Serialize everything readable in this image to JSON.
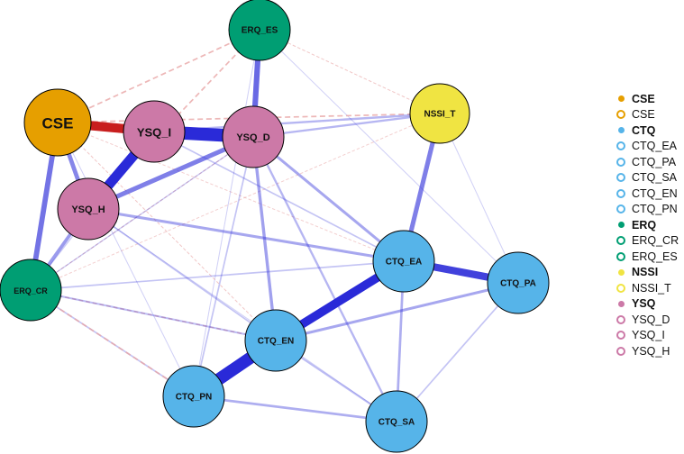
{
  "colors": {
    "CSE": "#E69F00",
    "CTQ": "#56B4E9",
    "ERQ": "#009E73",
    "NSSI": "#F0E442",
    "YSQ": "#CC79A7",
    "positive_edge": "#2A2AD8",
    "negative_edge": "#C81E1E",
    "negative_edge_light": "#E8A5A5"
  },
  "nodes": [
    {
      "id": "CSE",
      "label": "CSE",
      "group": "CSE"
    },
    {
      "id": "YSQ_I",
      "label": "YSQ_I",
      "group": "YSQ"
    },
    {
      "id": "YSQ_D",
      "label": "YSQ_D",
      "group": "YSQ"
    },
    {
      "id": "YSQ_H",
      "label": "YSQ_H",
      "group": "YSQ"
    },
    {
      "id": "ERQ_ES",
      "label": "ERQ_ES",
      "group": "ERQ"
    },
    {
      "id": "ERQ_CR",
      "label": "ERQ_CR",
      "group": "ERQ"
    },
    {
      "id": "NSSI_T",
      "label": "NSSI_T",
      "group": "NSSI"
    },
    {
      "id": "CTQ_EA",
      "label": "CTQ_EA",
      "group": "CTQ"
    },
    {
      "id": "CTQ_PA",
      "label": "CTQ_PA",
      "group": "CTQ"
    },
    {
      "id": "CTQ_EN",
      "label": "CTQ_EN",
      "group": "CTQ"
    },
    {
      "id": "CTQ_PN",
      "label": "CTQ_PN",
      "group": "CTQ"
    },
    {
      "id": "CTQ_SA",
      "label": "CTQ_SA",
      "group": "CTQ"
    }
  ],
  "edges": [
    {
      "from": "YSQ_I",
      "to": "YSQ_D",
      "weight": 0.42
    },
    {
      "from": "CTQ_EN",
      "to": "CTQ_PN",
      "weight": 0.4
    },
    {
      "from": "YSQ_I",
      "to": "YSQ_H",
      "weight": 0.32
    },
    {
      "from": "CTQ_EA",
      "to": "CTQ_EN",
      "weight": 0.28
    },
    {
      "from": "CSE",
      "to": "YSQ_I",
      "weight": -0.3
    },
    {
      "from": "CTQ_EA",
      "to": "CTQ_PA",
      "weight": 0.24
    },
    {
      "from": "YSQ_D",
      "to": "ERQ_ES",
      "weight": 0.18
    },
    {
      "from": "CSE",
      "to": "ERQ_CR",
      "weight": 0.17
    },
    {
      "from": "NSSI_T",
      "to": "CTQ_EA",
      "weight": 0.15
    },
    {
      "from": "YSQ_D",
      "to": "YSQ_H",
      "weight": 0.15
    },
    {
      "from": "CSE",
      "to": "YSQ_H",
      "weight": 0.14
    },
    {
      "from": "YSQ_H",
      "to": "ERQ_CR",
      "weight": 0.11
    },
    {
      "from": "YSQ_D",
      "to": "CTQ_EN",
      "weight": 0.1
    },
    {
      "from": "YSQ_H",
      "to": "CTQ_EA",
      "weight": 0.09
    },
    {
      "from": "YSQ_D",
      "to": "CTQ_EA",
      "weight": 0.09
    },
    {
      "from": "CTQ_EN",
      "to": "CTQ_PA",
      "weight": 0.09
    },
    {
      "from": "CTQ_PN",
      "to": "CTQ_SA",
      "weight": 0.08
    },
    {
      "from": "CTQ_EA",
      "to": "CTQ_SA",
      "weight": 0.08
    },
    {
      "from": "YSQ_I",
      "to": "NSSI_T",
      "weight": 0.07
    },
    {
      "from": "YSQ_D",
      "to": "NSSI_T",
      "weight": 0.07
    },
    {
      "from": "YSQ_D",
      "to": "CTQ_SA",
      "weight": 0.07
    },
    {
      "from": "CTQ_EN",
      "to": "CTQ_SA",
      "weight": 0.06
    },
    {
      "from": "ERQ_CR",
      "to": "CTQ_EN",
      "weight": 0.06
    },
    {
      "from": "ERQ_CR",
      "to": "CTQ_EA",
      "weight": 0.05
    },
    {
      "from": "CTQ_PA",
      "to": "CTQ_SA",
      "weight": 0.05
    },
    {
      "from": "YSQ_I",
      "to": "CTQ_EA",
      "weight": 0.05
    },
    {
      "from": "YSQ_D",
      "to": "CTQ_PN",
      "weight": 0.05
    },
    {
      "from": "ERQ_CR",
      "to": "CTQ_PN",
      "weight": 0.05
    },
    {
      "from": "YSQ_H",
      "to": "CTQ_EN",
      "weight": 0.05
    },
    {
      "from": "YSQ_I",
      "to": "ERQ_CR",
      "weight": 0.04
    },
    {
      "from": "ERQ_CR",
      "to": "YSQ_D",
      "weight": 0.04
    },
    {
      "from": "YSQ_H",
      "to": "CTQ_SA",
      "weight": 0.03
    },
    {
      "from": "ERQ_ES",
      "to": "CTQ_PA",
      "weight": 0.03
    },
    {
      "from": "NSSI_T",
      "to": "CTQ_PA",
      "weight": 0.03
    },
    {
      "from": "ERQ_ES",
      "to": "CTQ_PN",
      "weight": 0.03
    },
    {
      "from": "CSE",
      "to": "CTQ_PN",
      "weight": 0.03
    },
    {
      "from": "CSE",
      "to": "ERQ_ES",
      "weight": -0.05
    },
    {
      "from": "CSE",
      "to": "NSSI_T",
      "weight": -0.05
    },
    {
      "from": "ERQ_ES",
      "to": "YSQ_H",
      "weight": -0.05
    },
    {
      "from": "ERQ_CR",
      "to": "CTQ_PN",
      "weight": -0.05
    },
    {
      "from": "ERQ_CR",
      "to": "CTQ_EN",
      "weight": -0.04
    },
    {
      "from": "ERQ_ES",
      "to": "NSSI_T",
      "weight": -0.03
    },
    {
      "from": "YSQ_D",
      "to": "ERQ_CR",
      "weight": -0.03
    },
    {
      "from": "CSE",
      "to": "CTQ_EN",
      "weight": -0.03
    },
    {
      "from": "CSE",
      "to": "CTQ_EA",
      "weight": -0.02
    },
    {
      "from": "NSSI_T",
      "to": "ERQ_CR",
      "weight": -0.02
    }
  ],
  "legend": [
    {
      "label": "CSE",
      "kind": "group",
      "color_key": "CSE"
    },
    {
      "label": "CSE",
      "kind": "item",
      "color_key": "CSE"
    },
    {
      "label": "CTQ",
      "kind": "group",
      "color_key": "CTQ"
    },
    {
      "label": "CTQ_EA",
      "kind": "item",
      "color_key": "CTQ"
    },
    {
      "label": "CTQ_PA",
      "kind": "item",
      "color_key": "CTQ"
    },
    {
      "label": "CTQ_SA",
      "kind": "item",
      "color_key": "CTQ"
    },
    {
      "label": "CTQ_EN",
      "kind": "item",
      "color_key": "CTQ"
    },
    {
      "label": "CTQ_PN",
      "kind": "item",
      "color_key": "CTQ"
    },
    {
      "label": "ERQ",
      "kind": "group",
      "color_key": "ERQ"
    },
    {
      "label": "ERQ_CR",
      "kind": "item",
      "color_key": "ERQ"
    },
    {
      "label": "ERQ_ES",
      "kind": "item",
      "color_key": "ERQ"
    },
    {
      "label": "NSSI",
      "kind": "group",
      "color_key": "NSSI"
    },
    {
      "label": "NSSI_T",
      "kind": "item",
      "color_key": "NSSI"
    },
    {
      "label": "YSQ",
      "kind": "group",
      "color_key": "YSQ"
    },
    {
      "label": "YSQ_D",
      "kind": "item",
      "color_key": "YSQ"
    },
    {
      "label": "YSQ_I",
      "kind": "item",
      "color_key": "YSQ"
    },
    {
      "label": "YSQ_H",
      "kind": "item",
      "color_key": "YSQ"
    }
  ]
}
